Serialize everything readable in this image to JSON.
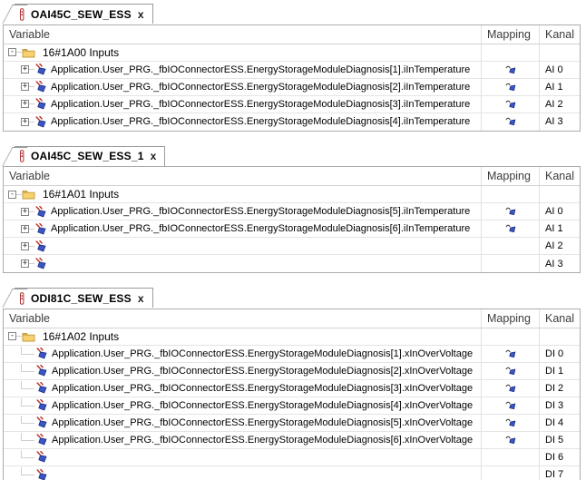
{
  "ui": {
    "close_glyph": "x",
    "expander_plus": "+",
    "expander_minus": "-",
    "columns": [
      "Variable",
      "Mapping",
      "Kanal"
    ]
  },
  "panels": [
    {
      "tab": "OAI45C_SEW_ESS",
      "group": "16#1A00 Inputs",
      "rows": [
        {
          "expander": "plus",
          "variable": "Application.User_PRG._fbIOConnectorESS.EnergyStorageModuleDiagnosis[1].iInTemperature",
          "mapped": true,
          "kanal": "AI 0"
        },
        {
          "expander": "plus",
          "variable": "Application.User_PRG._fbIOConnectorESS.EnergyStorageModuleDiagnosis[2].iInTemperature",
          "mapped": true,
          "kanal": "AI 1"
        },
        {
          "expander": "plus",
          "variable": "Application.User_PRG._fbIOConnectorESS.EnergyStorageModuleDiagnosis[3].iInTemperature",
          "mapped": true,
          "kanal": "AI 2"
        },
        {
          "expander": "plus",
          "variable": "Application.User_PRG._fbIOConnectorESS.EnergyStorageModuleDiagnosis[4].iInTemperature",
          "mapped": true,
          "kanal": "AI 3"
        }
      ]
    },
    {
      "tab": "OAI45C_SEW_ESS_1",
      "group": "16#1A01 Inputs",
      "rows": [
        {
          "expander": "plus",
          "variable": "Application.User_PRG._fbIOConnectorESS.EnergyStorageModuleDiagnosis[5].iInTemperature",
          "mapped": true,
          "kanal": "AI 0"
        },
        {
          "expander": "plus",
          "variable": "Application.User_PRG._fbIOConnectorESS.EnergyStorageModuleDiagnosis[6].iInTemperature",
          "mapped": true,
          "kanal": "AI 1"
        },
        {
          "expander": "plus",
          "variable": "",
          "mapped": false,
          "kanal": "AI 2"
        },
        {
          "expander": "plus",
          "variable": "",
          "mapped": false,
          "kanal": "AI 3"
        }
      ]
    },
    {
      "tab": "ODI81C_SEW_ESS",
      "group": "16#1A02 Inputs",
      "rows": [
        {
          "expander": null,
          "variable": "Application.User_PRG._fbIOConnectorESS.EnergyStorageModuleDiagnosis[1].xInOverVoltage",
          "mapped": true,
          "kanal": "DI 0"
        },
        {
          "expander": null,
          "variable": "Application.User_PRG._fbIOConnectorESS.EnergyStorageModuleDiagnosis[2].xInOverVoltage",
          "mapped": true,
          "kanal": "DI 1"
        },
        {
          "expander": null,
          "variable": "Application.User_PRG._fbIOConnectorESS.EnergyStorageModuleDiagnosis[3].xInOverVoltage",
          "mapped": true,
          "kanal": "DI 2"
        },
        {
          "expander": null,
          "variable": "Application.User_PRG._fbIOConnectorESS.EnergyStorageModuleDiagnosis[4].xInOverVoltage",
          "mapped": true,
          "kanal": "DI 3"
        },
        {
          "expander": null,
          "variable": "Application.User_PRG._fbIOConnectorESS.EnergyStorageModuleDiagnosis[5].xInOverVoltage",
          "mapped": true,
          "kanal": "DI 4"
        },
        {
          "expander": null,
          "variable": "Application.User_PRG._fbIOConnectorESS.EnergyStorageModuleDiagnosis[6].xInOverVoltage",
          "mapped": true,
          "kanal": "DI 5"
        },
        {
          "expander": null,
          "variable": "",
          "mapped": false,
          "kanal": "DI 6"
        },
        {
          "expander": null,
          "variable": "",
          "mapped": false,
          "kanal": "DI 7"
        }
      ]
    }
  ]
}
